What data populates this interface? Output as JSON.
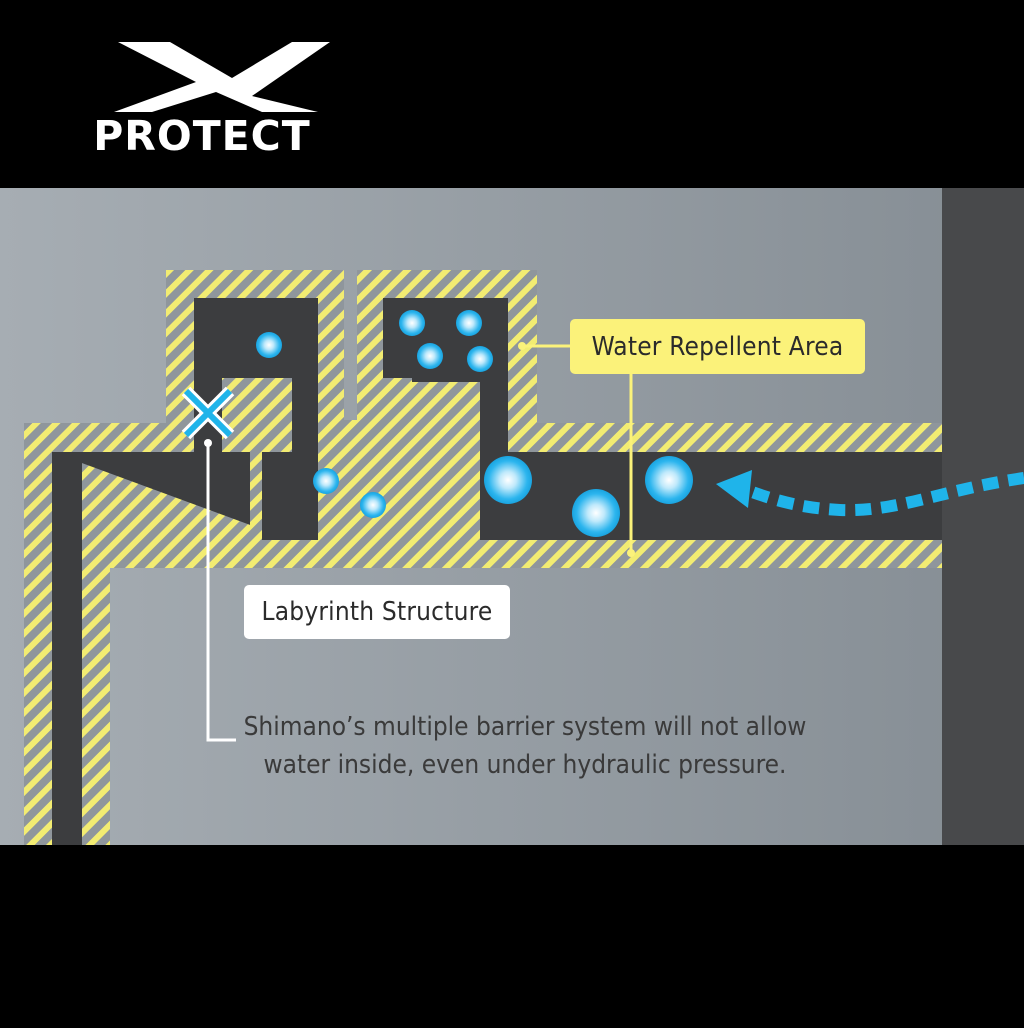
{
  "logo": {
    "mark": "X",
    "wordmark": "PROTECT"
  },
  "labels": {
    "water_repellent": "Water Repellent Area",
    "labyrinth": "Labyrinth Structure"
  },
  "description": {
    "line1": "Shimano’s multiple barrier system will not allow",
    "line2": "water inside, even under hydraulic pressure."
  },
  "colors": {
    "background": "#000000",
    "panel_gradient_start": "#a3aab0",
    "panel_gradient_end": "#858d94",
    "housing": "#48494b",
    "channel": "#3c3d3f",
    "coating_hatch": "#f2ec72",
    "water_drop": "#2cb5ee",
    "blocked_mark": "#1fb4ea",
    "flow_arrow": "#1fb4ea",
    "leader_line": "#ffffff",
    "label_yellow": "#fbf27a",
    "label_white": "#ffffff"
  },
  "icons": {
    "blocked": "x-mark-icon",
    "flow": "dashed-arrow-icon",
    "drop": "water-drop-icon"
  }
}
